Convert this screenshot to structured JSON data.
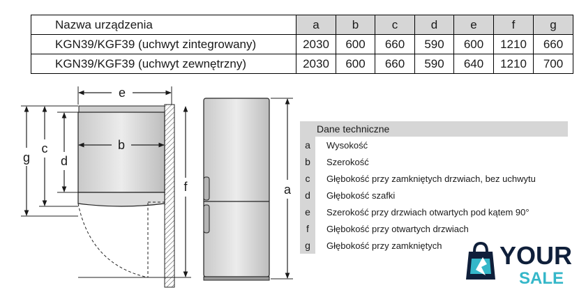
{
  "table": {
    "name_header": "Nazwa urządzenia",
    "columns": [
      "a",
      "b",
      "c",
      "d",
      "e",
      "f",
      "g"
    ],
    "rows": [
      {
        "model": "KGN39/KGF39 (uchwyt zintegrowany)",
        "values": [
          "2030",
          "600",
          "660",
          "590",
          "600",
          "1210",
          "660"
        ]
      },
      {
        "model": "KGN39/KGF39 (uchwyt zewnętrzny)",
        "values": [
          "2030",
          "600",
          "660",
          "590",
          "640",
          "1210",
          "700"
        ]
      }
    ]
  },
  "diagram": {
    "labels": {
      "e": "e",
      "b": "b",
      "c": "c",
      "d": "d",
      "g": "g",
      "f": "f",
      "a": "a"
    }
  },
  "legend": {
    "title": "Dane techniczne",
    "items": [
      {
        "letter": "a",
        "text": "Wysokość"
      },
      {
        "letter": "b",
        "text": "Szerokość"
      },
      {
        "letter": "c",
        "text": "Głębokość przy zamkniętych drzwiach, bez uchwytu"
      },
      {
        "letter": "d",
        "text": "Głębokość szafki"
      },
      {
        "letter": "e",
        "text": "Szerokość przy drzwiach otwartych pod kątem 90°"
      },
      {
        "letter": "f",
        "text": "Głębokość przy otwartych drzwiach"
      },
      {
        "letter": "g",
        "text": "Głębokość przy zamkniętych"
      }
    ]
  },
  "logo": {
    "line1": "YOUR",
    "line2": "SALE",
    "colors": {
      "dark": "#0f1f3a",
      "accent": "#35b7c9"
    }
  }
}
